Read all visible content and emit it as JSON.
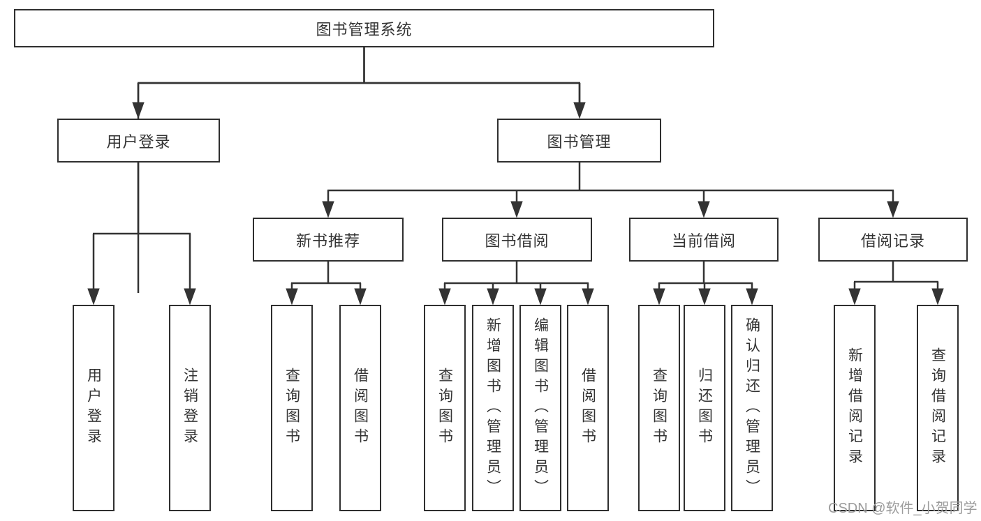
{
  "tree": {
    "label": "图书管理系统",
    "children": [
      {
        "label": "用户登录",
        "children": [
          {
            "label": "用户登录"
          },
          {
            "label": "注销登录"
          }
        ]
      },
      {
        "label": "图书管理",
        "children": [
          {
            "label": "新书推荐",
            "children": [
              {
                "label": "查询图书"
              },
              {
                "label": "借阅图书"
              }
            ]
          },
          {
            "label": "图书借阅",
            "children": [
              {
                "label": "查询图书"
              },
              {
                "label": "新增图书（管理员）"
              },
              {
                "label": "编辑图书（管理员）"
              },
              {
                "label": "借阅图书"
              }
            ]
          },
          {
            "label": "当前借阅",
            "children": [
              {
                "label": "查询图书"
              },
              {
                "label": "归还图书"
              },
              {
                "label": "确认归还（管理员）"
              }
            ]
          },
          {
            "label": "借阅记录",
            "children": [
              {
                "label": "新增借阅记录"
              },
              {
                "label": "查询借阅记录"
              }
            ]
          }
        ]
      }
    ]
  },
  "watermark": {
    "text": "CSDN @软件_小贺同学"
  },
  "colors": {
    "line": "#333333",
    "box_border": "#2f2f2f",
    "box_fill": "#ffffff",
    "text": "#333333",
    "watermark": "#9c9c9c",
    "background": "#ffffff"
  }
}
